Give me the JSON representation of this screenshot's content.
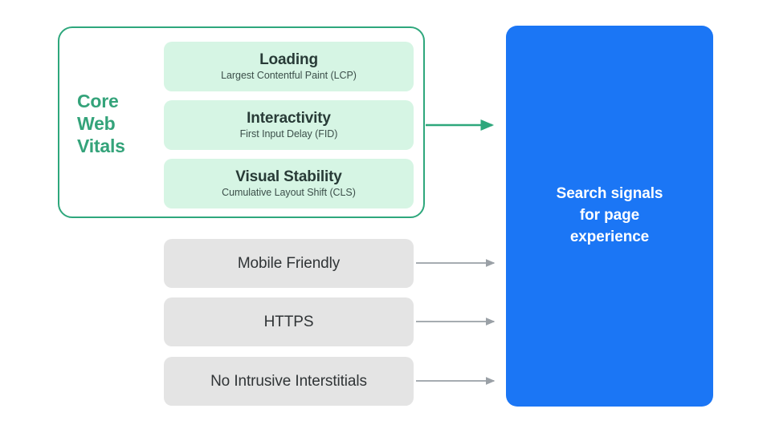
{
  "diagram": {
    "title": "Search signals for page experience",
    "background_color": "#FFFFFF",
    "colors": {
      "green_accent": "#2EA77C",
      "green_text": "#34A37A",
      "green_card_fill": "#D6F5E4",
      "gray_card_fill": "#E4E4E4",
      "blue_fill": "#1B76F5",
      "gray_arrow": "#9AA0A6",
      "dark_text": "#283B37"
    }
  },
  "core_web_vitals": {
    "group_label": "Core\nWeb\nVitals",
    "group_label_lines": [
      "Core",
      "Web",
      "Vitals"
    ],
    "metrics": [
      {
        "title": "Loading",
        "subtitle": "Largest Contentful Paint (LCP)",
        "abbr": "LCP"
      },
      {
        "title": "Interactivity",
        "subtitle": "First Input Delay (FID)",
        "abbr": "FID"
      },
      {
        "title": "Visual Stability",
        "subtitle": "Cumulative Layout Shift (CLS)",
        "abbr": "CLS"
      }
    ]
  },
  "other_signals": [
    {
      "label": "Mobile Friendly"
    },
    {
      "label": "HTTPS"
    },
    {
      "label": "No Intrusive Interstitials"
    }
  ],
  "destination": {
    "label": "Search signals\nfor page\nexperience",
    "label_lines": [
      "Search signals",
      "for page",
      "experience"
    ]
  },
  "connectors": [
    {
      "name": "core-web-vitals-to-destination",
      "color": "#2EA77C",
      "style": "solid-arrow"
    },
    {
      "name": "mobile-friendly-to-destination",
      "color": "#9AA0A6",
      "style": "solid-arrow"
    },
    {
      "name": "https-to-destination",
      "color": "#9AA0A6",
      "style": "solid-arrow"
    },
    {
      "name": "no-intrusive-interstitials-to-destination",
      "color": "#9AA0A6",
      "style": "solid-arrow"
    }
  ]
}
